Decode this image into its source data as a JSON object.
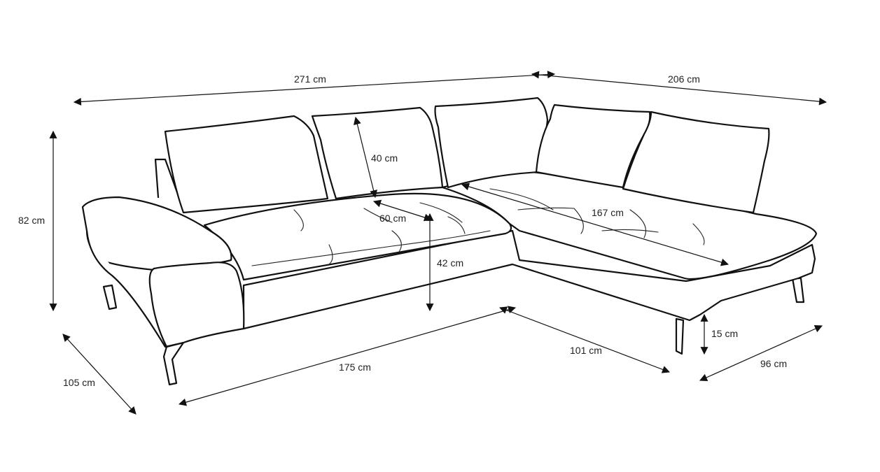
{
  "dimensions": {
    "total_length": "271 cm",
    "chaise_length": "206 cm",
    "height": "82 cm",
    "back_cushion_height": "40 cm",
    "seat_depth": "60 cm",
    "seat_height": "42 cm",
    "chaise_seat_length": "167 cm",
    "depth": "105 cm",
    "front_length": "175 cm",
    "chaise_front": "101 cm",
    "leg_height": "15 cm",
    "chaise_depth": "96 cm"
  }
}
